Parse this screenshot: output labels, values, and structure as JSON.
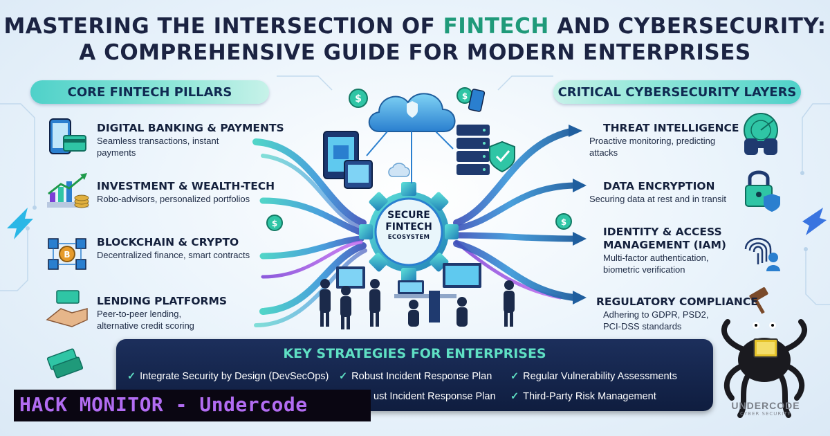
{
  "title": {
    "line1_pre": "MASTERING THE INTERSECTION OF ",
    "line1_highlight": "FINTECH",
    "line1_post": " AND CYBERSECURITY:",
    "line2": "A COMPREHENSIVE GUIDE FOR MODERN ENTERPRISES"
  },
  "left_section": {
    "header": "CORE FINTECH PILLARS",
    "items": [
      {
        "title": "DIGITAL BANKING & PAYMENTS",
        "desc1": "Seamless transactions, instant",
        "desc2": "payments",
        "icon": "mobile-payment-icon"
      },
      {
        "title": "INVESTMENT & WEALTH-TECH",
        "desc1": "Robo-advisors, personalized portfolios",
        "desc2": "",
        "icon": "growth-chart-icon"
      },
      {
        "title": "BLOCKCHAIN & CRYPTO",
        "desc1": "Decentralized finance, smart contracts",
        "desc2": "",
        "icon": "blockchain-cubes-icon"
      },
      {
        "title": "LENDING PLATFORMS",
        "desc1": "Peer-to-peer lending,",
        "desc2": "alternative credit scoring",
        "icon": "handshake-icon"
      }
    ]
  },
  "right_section": {
    "header": "CRITICAL CYBERSECURITY LAYERS",
    "items": [
      {
        "title": "THREAT INTELLIGENCE",
        "desc1": "Proactive monitoring, predicting",
        "desc2": "attacks",
        "icon": "binoculars-radar-icon"
      },
      {
        "title": "DATA ENCRYPTION",
        "desc1": "Securing data at rest and in transit",
        "desc2": "",
        "icon": "padlock-icon"
      },
      {
        "title": "IDENTITY & ACCESS",
        "title2": "MANAGEMENT (IAM)",
        "desc1": "Multi-factor authentication,",
        "desc2": "biometric verification",
        "icon": "fingerprint-icon"
      },
      {
        "title": "REGULATORY COMPLIANCE",
        "desc1": "Adhering to GDPR, PSD2,",
        "desc2": "PCI-DSS standards",
        "icon": "gavel-icon"
      }
    ]
  },
  "center": {
    "line1": "SECURE",
    "line2": "FINTECH",
    "line3": "ECOSYSTEM"
  },
  "strategies": {
    "header": "KEY STRATEGIES FOR ENTERPRISES",
    "items": [
      "Integrate Security by Design (DevSecOps)",
      "Robust Incident Response Plan",
      "Regular Vulnerability Assessments",
      "ust Incident Response Plan",
      "Third-Party Risk Management"
    ]
  },
  "banner": {
    "text": "HACK MONITOR - Undercode"
  },
  "logo": {
    "name": "UNDERCODE",
    "sub": "CYBER SECURITY"
  },
  "colors": {
    "accent_teal": "#1f9a7a",
    "title_navy": "#1b2342",
    "panel_navy": "#13244a",
    "banner_purple": "#b26cf2"
  }
}
